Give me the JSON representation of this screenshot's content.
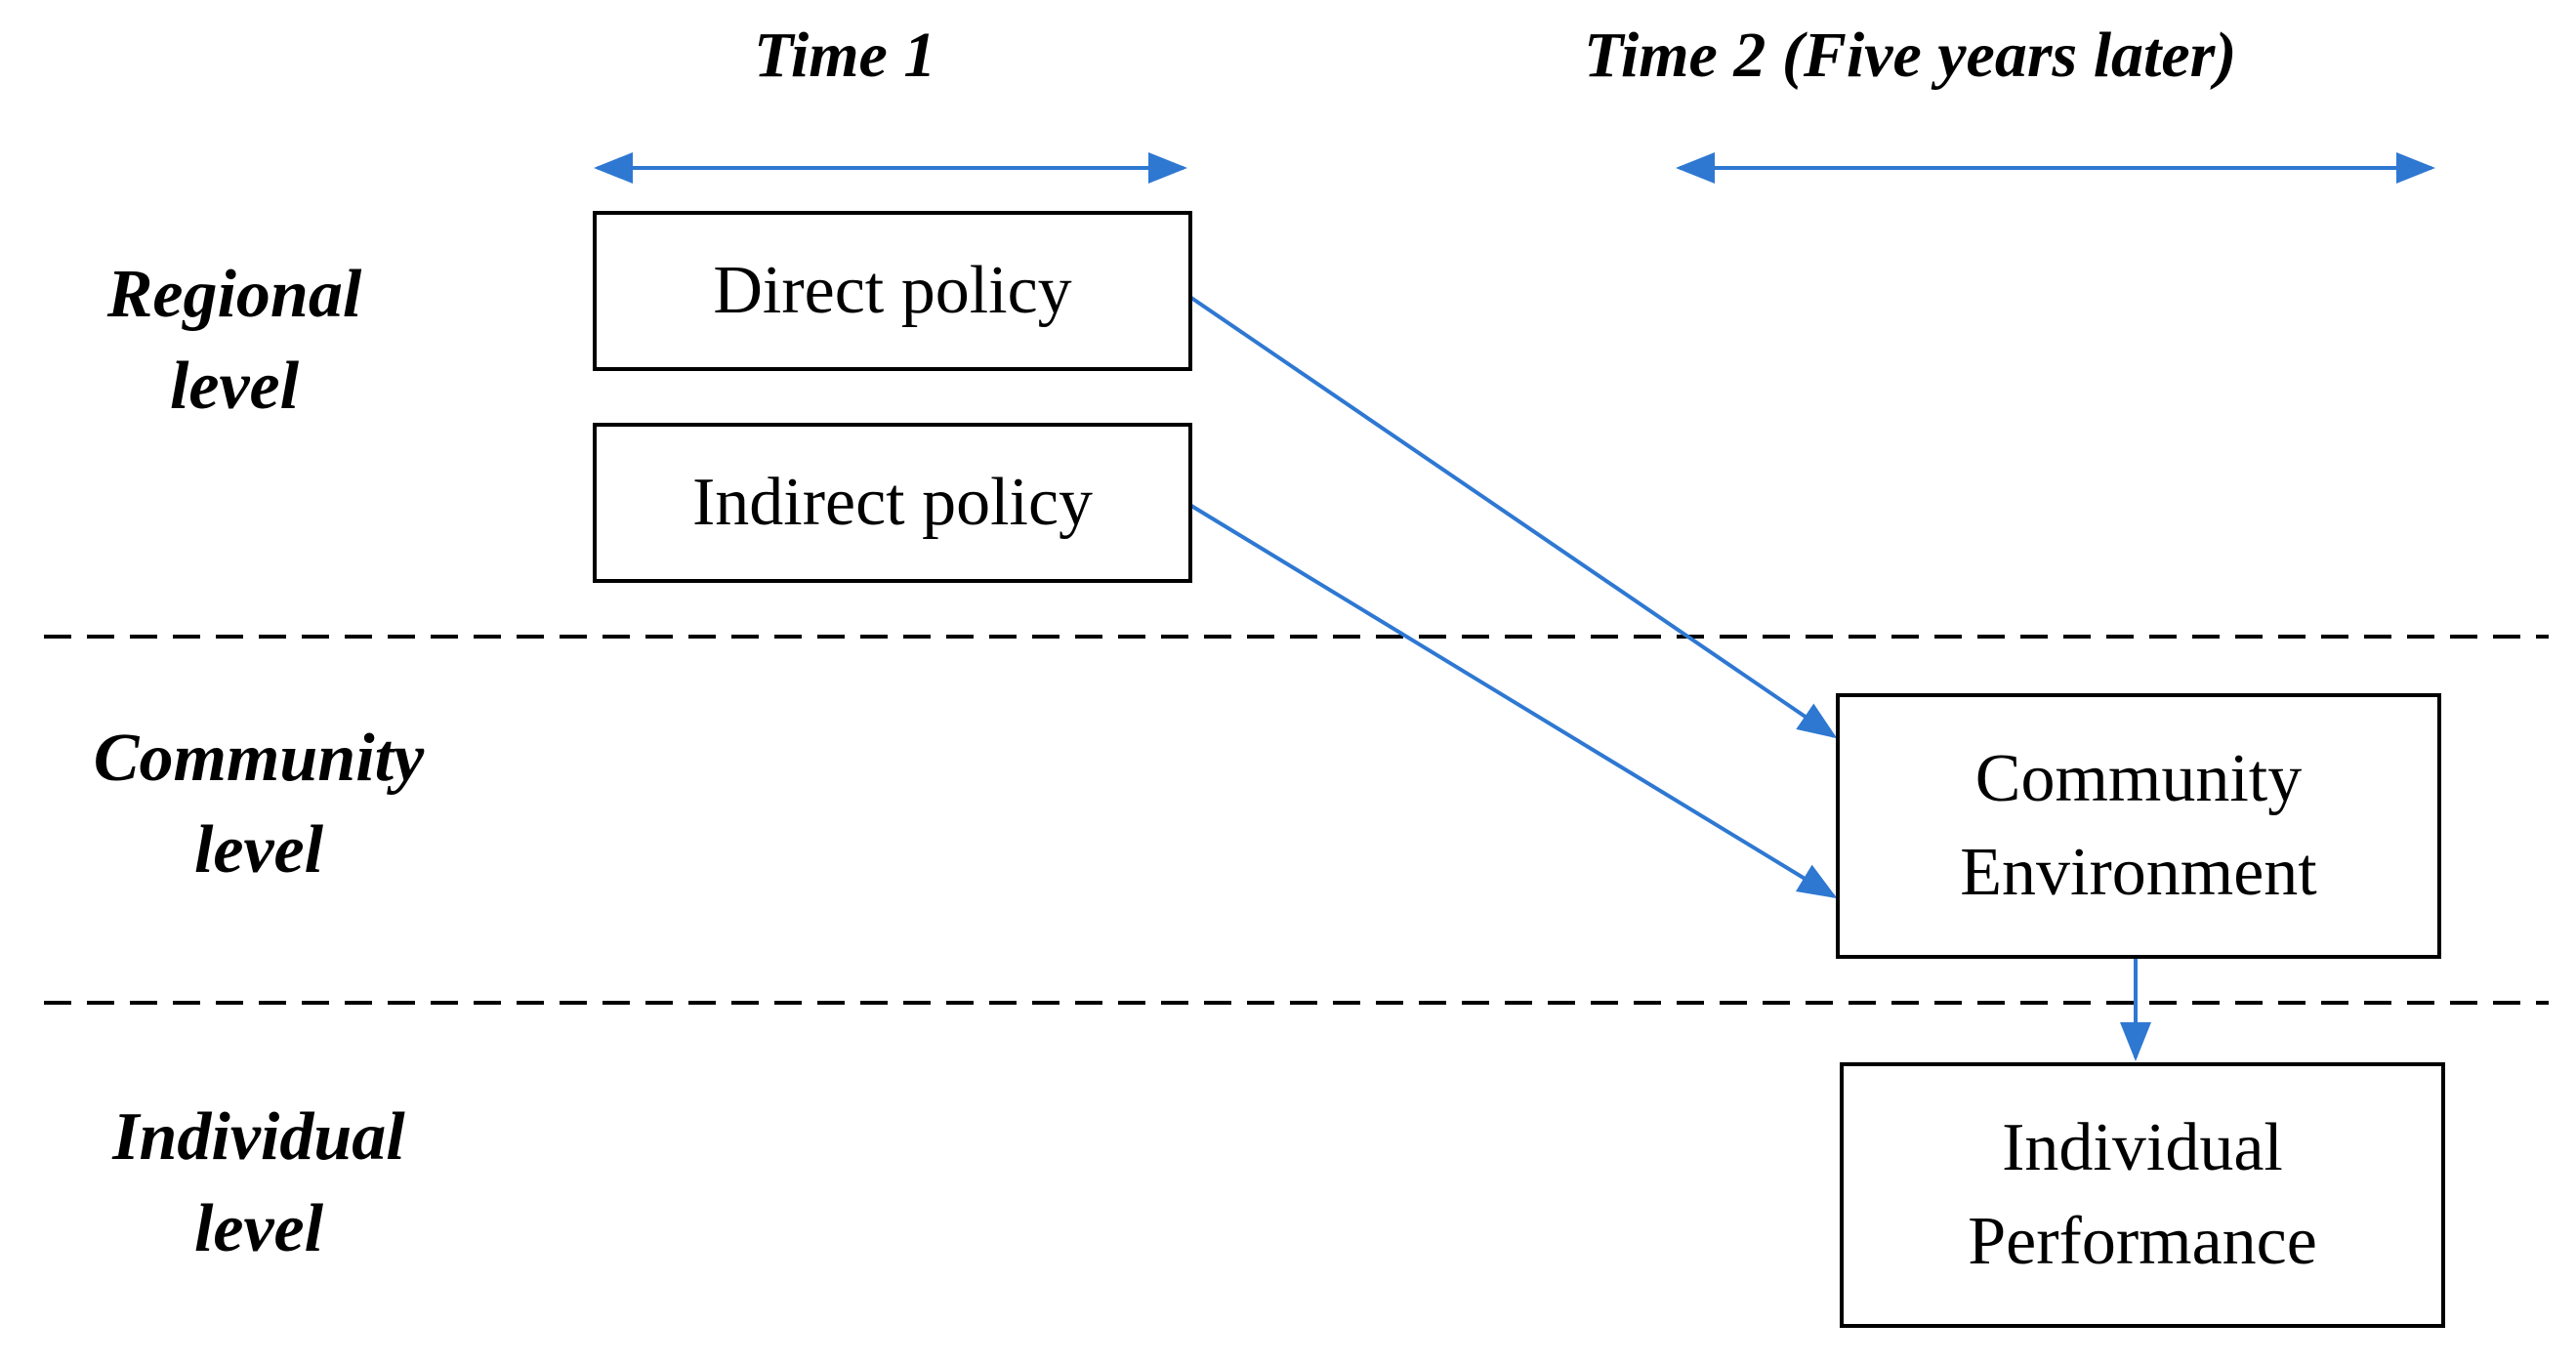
{
  "time_headers": {
    "time1": "Time 1",
    "time2": "Time 2 (Five years later)"
  },
  "levels": {
    "regional": {
      "line1": "Regional",
      "line2": "level"
    },
    "community": {
      "line1": "Community",
      "line2": "level"
    },
    "individual": {
      "line1": "Individual",
      "line2": "level"
    }
  },
  "boxes": {
    "direct_policy": {
      "line1": "Direct policy"
    },
    "indirect_policy": {
      "line1": "Indirect policy"
    },
    "community_environment": {
      "line1": "Community",
      "line2": "Environment"
    },
    "individual_performance": {
      "line1": "Individual",
      "line2": "Performance"
    }
  },
  "colors": {
    "arrow": "#2E78D2",
    "divider": "#000000",
    "box_border": "#000000",
    "text": "#000000"
  }
}
